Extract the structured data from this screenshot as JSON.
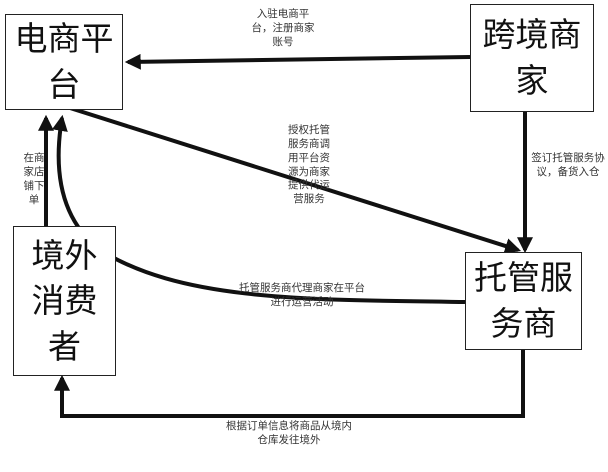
{
  "nodes": {
    "platform": {
      "line1": "电商平",
      "line2": "台"
    },
    "merchant": {
      "line1": "跨境商",
      "line2": "家"
    },
    "consumer": {
      "line1": "境外",
      "line2": "消费",
      "line3": "者"
    },
    "provider": {
      "line1": "托管服",
      "line2": "务商"
    }
  },
  "edges": {
    "register": "入驻电商平台，注册商家账号",
    "sign": "签订托管服务协议，备货入仓",
    "authorize": "授权托管服务商调用平台资源为商家提供代运营服务",
    "operate": "托管服务商代理商家在平台进行运营活动",
    "order": "在商家店铺下单",
    "ship": "根据订单信息将商品从境内仓库发往境外"
  }
}
